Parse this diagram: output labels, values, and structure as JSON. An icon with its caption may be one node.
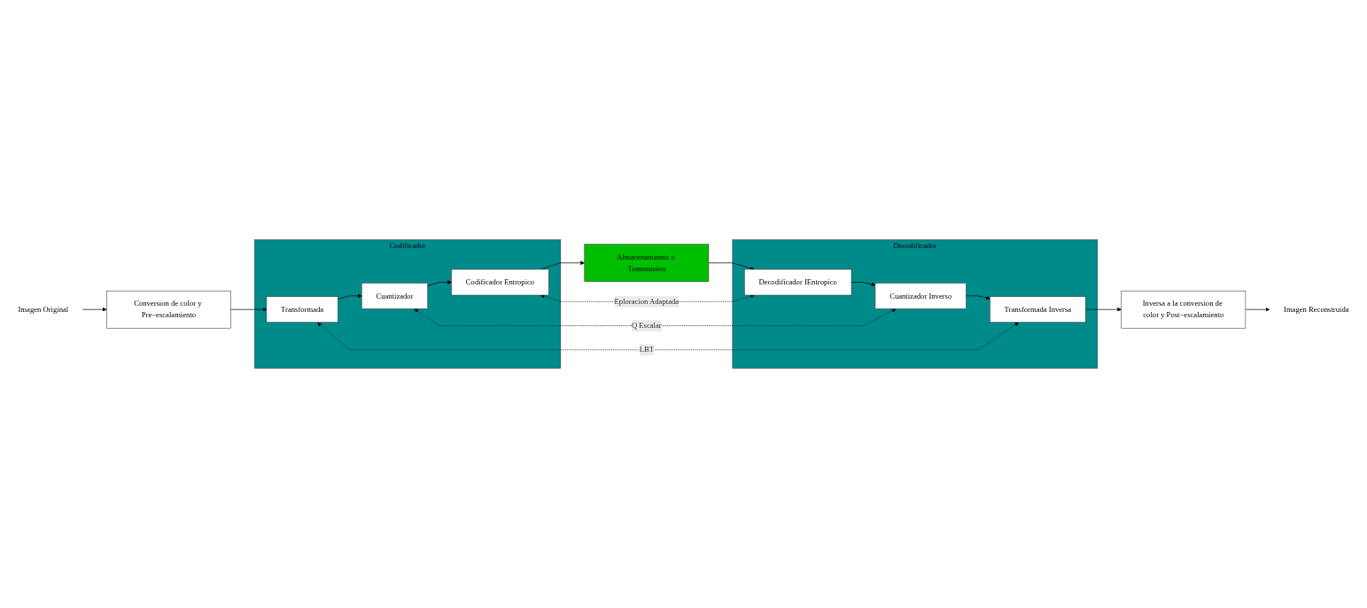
{
  "diagram": {
    "nodes": [
      {
        "text": [
          "Imagen Original"
        ]
      },
      {
        "text": [
          "Conversion de color y Pre−escalamiento"
        ]
      },
      {
        "text": [
          "Codificador"
        ]
      },
      {
        "text": [
          "Transformada"
        ],
        "in": 2
      },
      {
        "text": [
          "Cuantizador"
        ],
        "in": 2
      },
      {
        "text": [
          "Codificador Entropico"
        ],
        "in": 2
      },
      {
        "text": [
          "Almacenamiento o Transmision"
        ]
      },
      {
        "text": [
          "Decodificador"
        ]
      },
      {
        "text": [
          "Decodificador IEntropico"
        ],
        "in": 7
      },
      {
        "text": [
          "Cuantizador Inverso"
        ],
        "in": 7
      },
      {
        "text": [
          "Transformada Inversa"
        ],
        "in": 7
      },
      {
        "text": [
          "Inversa a la conversion de color y Post−escalamiento"
        ]
      },
      {
        "text": [
          "Imagen Reconstruida"
        ]
      }
    ],
    "edges": [
      {
        "from": 0,
        "to": 1,
        "arrow": "to"
      },
      {
        "from": 1,
        "to": 3,
        "arrow": "to"
      },
      {
        "from": 3,
        "to": 4,
        "arrow": "to"
      },
      {
        "from": 4,
        "to": 5,
        "arrow": "to"
      },
      {
        "from": 5,
        "to": 6,
        "arrow": "to"
      },
      {
        "from": 6,
        "to": 8,
        "arrow": "to"
      },
      {
        "from": 8,
        "to": 9,
        "arrow": "to"
      },
      {
        "from": 9,
        "to": 10,
        "arrow": "to"
      },
      {
        "from": 10,
        "to": 11,
        "arrow": "to"
      },
      {
        "from": 11,
        "to": 12,
        "arrow": "to"
      },
      {
        "from": 3,
        "to": 10,
        "arrow": "both",
        "style": "dashed",
        "label": "LBT"
      },
      {
        "from": 4,
        "to": 9,
        "arrow": "both",
        "style": "dashed",
        "label": "Q Escalar"
      },
      {
        "from": 5,
        "to": 8,
        "arrow": "both",
        "style": "dashed",
        "label": "Eploracion Adaptada"
      }
    ]
  }
}
